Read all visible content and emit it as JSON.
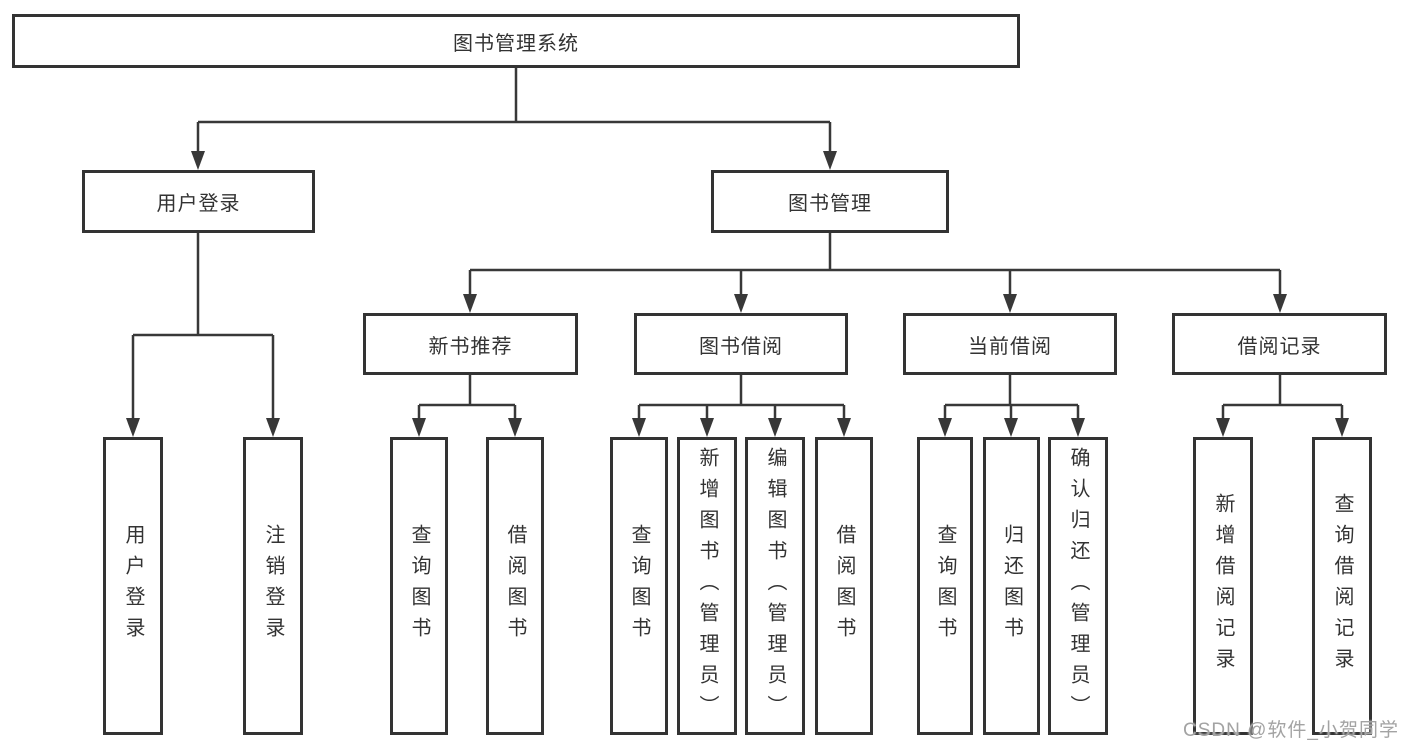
{
  "tree": {
    "root": "图书管理系统",
    "user_login": {
      "label": "用户登录",
      "children": [
        "用户登录",
        "注销登录"
      ]
    },
    "book_management": {
      "label": "图书管理",
      "groups": [
        {
          "label": "新书推荐",
          "children": [
            "查询图书",
            "借阅图书"
          ]
        },
        {
          "label": "图书借阅",
          "children": [
            "查询图书",
            "新增图书（管理员）",
            "编辑图书（管理员）",
            "借阅图书"
          ]
        },
        {
          "label": "当前借阅",
          "children": [
            "查询图书",
            "归还图书",
            "确认归还（管理员）"
          ]
        },
        {
          "label": "借阅记录",
          "children": [
            "新增借阅记录",
            "查询借阅记录"
          ]
        }
      ]
    }
  },
  "watermark": "CSDN @软件_小贺同学",
  "colors": {
    "line": "#383838",
    "box_border": "#333333",
    "box_fill": "#ffffff",
    "text": "#333333",
    "watermark": "#a3a3a3"
  }
}
